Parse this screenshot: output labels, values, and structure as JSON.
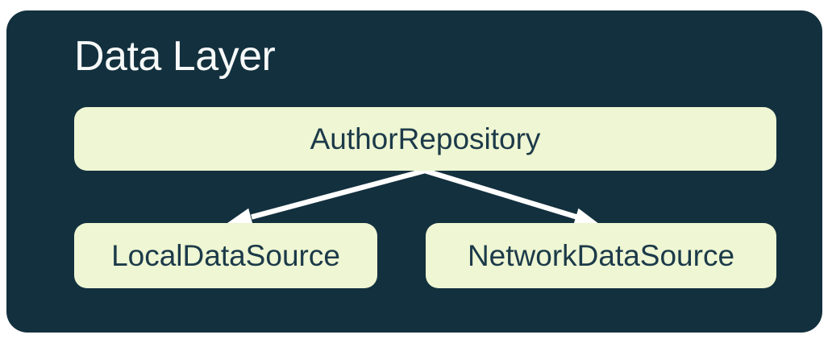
{
  "diagram": {
    "title": "Data Layer",
    "nodes": [
      {
        "id": "author-repository",
        "label": "AuthorRepository"
      },
      {
        "id": "local-data-source",
        "label": "LocalDataSource"
      },
      {
        "id": "network-data-source",
        "label": "NetworkDataSource"
      }
    ],
    "edges": [
      {
        "from": "AuthorRepository",
        "to": "LocalDataSource"
      },
      {
        "from": "AuthorRepository",
        "to": "NetworkDataSource"
      }
    ]
  },
  "colors": {
    "canvas_background": "#ffffff",
    "container_background": "#13303e",
    "node_background": "#eef6d3",
    "node_text": "#1c3a49",
    "title_text": "#f6f9f8",
    "arrow": "#ffffff"
  }
}
